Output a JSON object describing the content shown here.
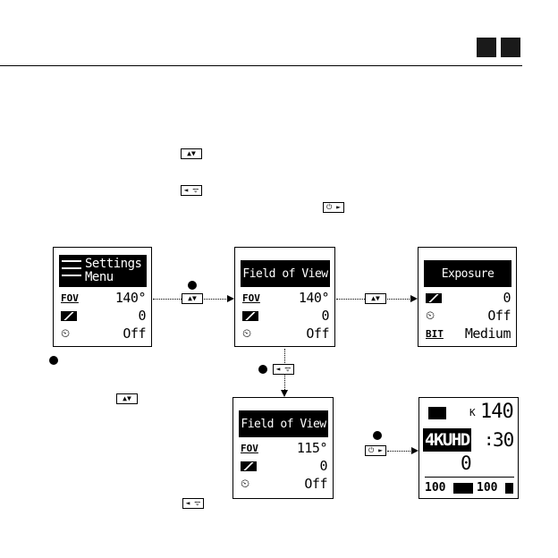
{
  "buttons": {
    "updown": "▲▼",
    "leftwifi": "◄ ᯤ",
    "powerplay": "⏻ ►"
  },
  "screen_settings": {
    "title_line1": "Settings",
    "title_line2": "Menu",
    "rows": [
      {
        "label": "FOV",
        "value": "140°"
      },
      {
        "label": "",
        "value": "0"
      },
      {
        "label": "",
        "value": "Off"
      }
    ]
  },
  "screen_fov1": {
    "title": "Field of View",
    "rows": [
      {
        "label": "FOV",
        "value": "140°"
      },
      {
        "label": "",
        "value": "0"
      },
      {
        "label": "",
        "value": "Off"
      }
    ]
  },
  "screen_exposure": {
    "title": "Exposure",
    "rows": [
      {
        "label": "",
        "value": "0"
      },
      {
        "label": "",
        "value": "Off"
      },
      {
        "label": "BIT",
        "value": "Medium"
      }
    ]
  },
  "screen_fov2": {
    "title": "Field of View",
    "rows": [
      {
        "label": "FOV",
        "value": "115°"
      },
      {
        "label": "",
        "value": "0"
      },
      {
        "label": "",
        "value": "Off"
      }
    ]
  },
  "screen_status": {
    "fov": "140",
    "resolution": "4KUHD",
    "fps": "30",
    "exposure": "0",
    "battery": "100",
    "storage": "100"
  }
}
